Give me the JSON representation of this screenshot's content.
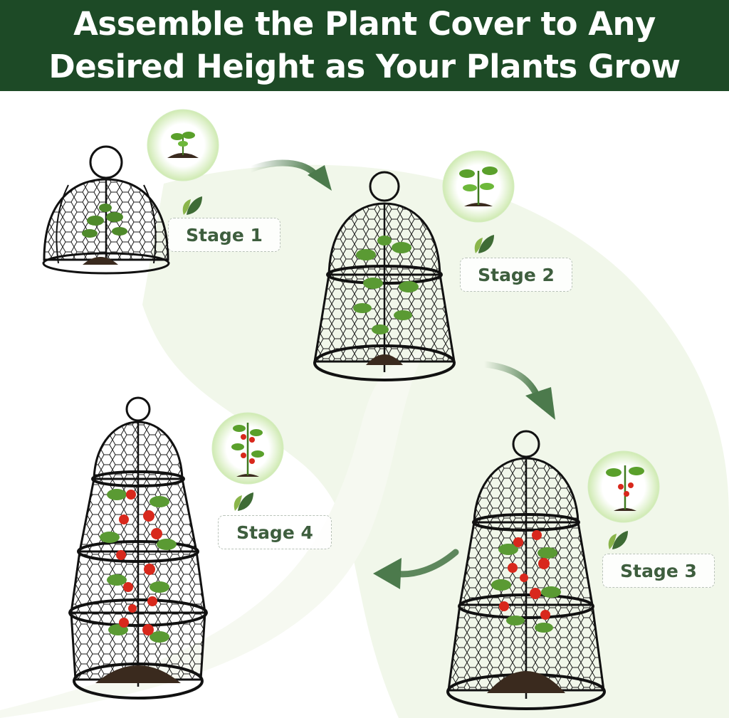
{
  "header": {
    "line1": "Assemble the Plant Cover to Any",
    "line2": "Desired Height as Your Plants Grow",
    "background": "#1d4a26"
  },
  "stages": [
    {
      "label": "Stage 1"
    },
    {
      "label": "Stage 2"
    },
    {
      "label": "Stage 3"
    },
    {
      "label": "Stage 4"
    }
  ],
  "colors": {
    "accent_green": "#3e5e3e",
    "arrow_green": "#4c7a4c",
    "swoosh": "#eef5e6"
  }
}
